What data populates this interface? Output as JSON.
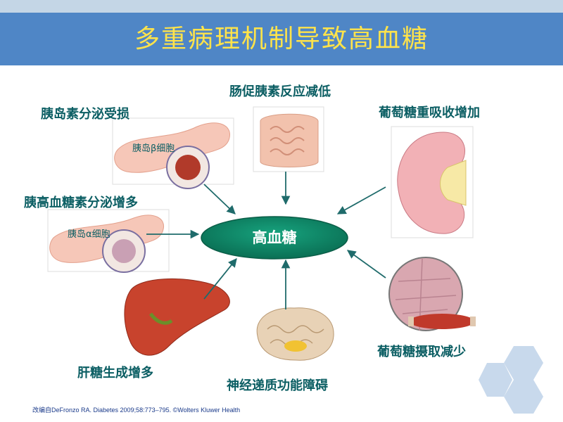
{
  "title": "多重病理机制导致高血糖",
  "center": "高血糖",
  "labels": {
    "insulin": "胰岛素分泌受损",
    "glucagon": "胰高血糖素分泌增多",
    "incretin": "肠促胰素反应减低",
    "kidney": "葡萄糖重吸收增加",
    "muscle": "葡萄糖摄取减少",
    "brain": "神经递质功能障碍",
    "liver": "肝糖生成增多"
  },
  "cell_labels": {
    "beta": "胰岛β细胞",
    "alpha": "胰岛α细胞"
  },
  "caption": "改编自DeFronzo RA. Diabetes 2009;58:773–795. ©Wolters Kluwer Health",
  "colors": {
    "title_bg": "#4f86c6",
    "title_text": "#ffe34a",
    "label_text": "#0b5e63",
    "center_fill": "#0d8a6a",
    "hexagon": "#c8d9ec"
  }
}
